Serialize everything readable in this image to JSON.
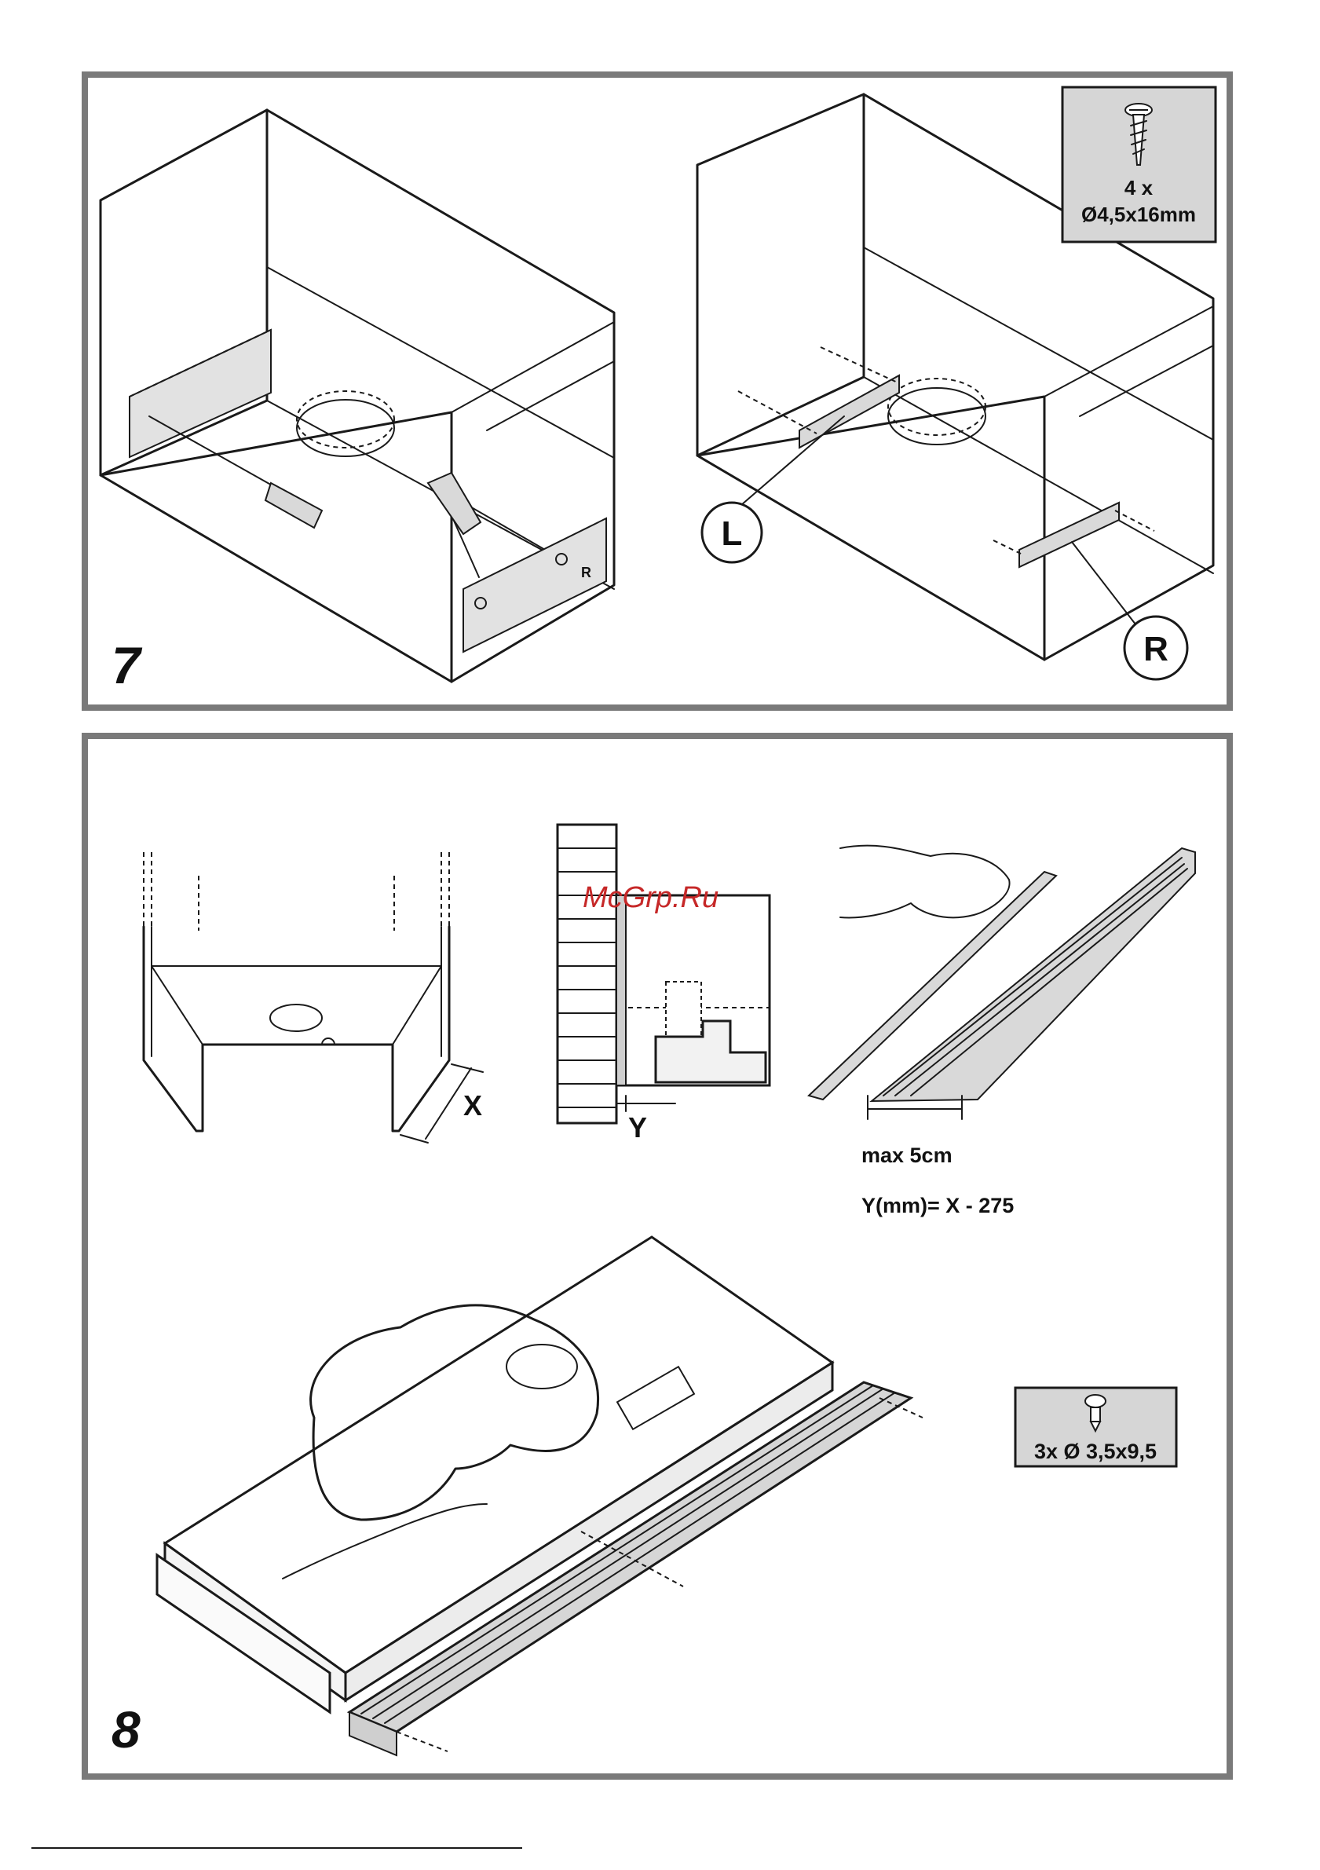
{
  "panels": [
    {
      "number": "7"
    },
    {
      "number": "8"
    }
  ],
  "screw_box_top": {
    "qty": "4 x",
    "size": "Ø4,5x16mm",
    "icon": "screw-icon"
  },
  "bracket_labels": {
    "left": "L",
    "right": "R"
  },
  "stamp_letter": "R",
  "dim_labels": {
    "x": "X",
    "y": "Y"
  },
  "notes": {
    "max_cut": "max 5cm",
    "formula": "Y(mm)= X - 275"
  },
  "screw_box_bottom": {
    "label": "3x Ø 3,5x9,5",
    "icon": "screw-icon"
  },
  "watermark": "McGrp.Ru",
  "colors": {
    "frame": "#7a7a7a",
    "box_fill": "#d6d6d6",
    "watermark": "#c62828"
  }
}
